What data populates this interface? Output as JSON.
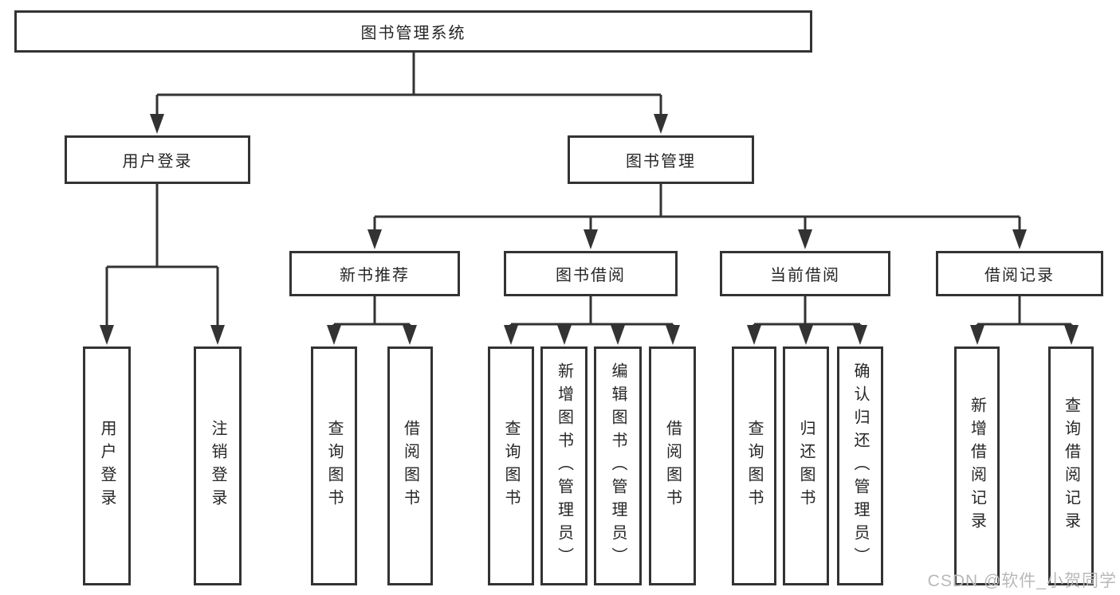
{
  "nodes": {
    "root": {
      "label": "图书管理系统"
    },
    "user_login": {
      "label": "用户登录"
    },
    "book_management": {
      "label": "图书管理"
    },
    "new_book_recommend": {
      "label": "新书推荐"
    },
    "book_borrowing": {
      "label": "图书借阅"
    },
    "current_borrowing": {
      "label": "当前借阅"
    },
    "borrowing_records": {
      "label": "借阅记录"
    },
    "ul_user_login": {
      "label": "用户登录"
    },
    "ul_logout": {
      "label": "注销登录"
    },
    "nbr_query_books": {
      "label": "查询图书"
    },
    "nbr_borrow_books": {
      "label": "借阅图书"
    },
    "bb_query_books": {
      "label": "查询图书"
    },
    "bb_add_books": {
      "label": "新增图书（管理员）"
    },
    "bb_edit_books": {
      "label": "编辑图书（管理员）"
    },
    "bb_borrow_books": {
      "label": "借阅图书"
    },
    "cb_query_books": {
      "label": "查询图书"
    },
    "cb_return_books": {
      "label": "归还图书"
    },
    "cb_confirm_return": {
      "label": "确认归还（管理员）"
    },
    "br_add_record": {
      "label": "新增借阅记录"
    },
    "br_query_record": {
      "label": "查询借阅记录"
    }
  },
  "watermark": {
    "text": "CSDN @软件_小贺同学"
  },
  "colors": {
    "line": "#333333",
    "text": "#262626",
    "background": "#ffffff",
    "watermark": "#b8b8b8"
  }
}
